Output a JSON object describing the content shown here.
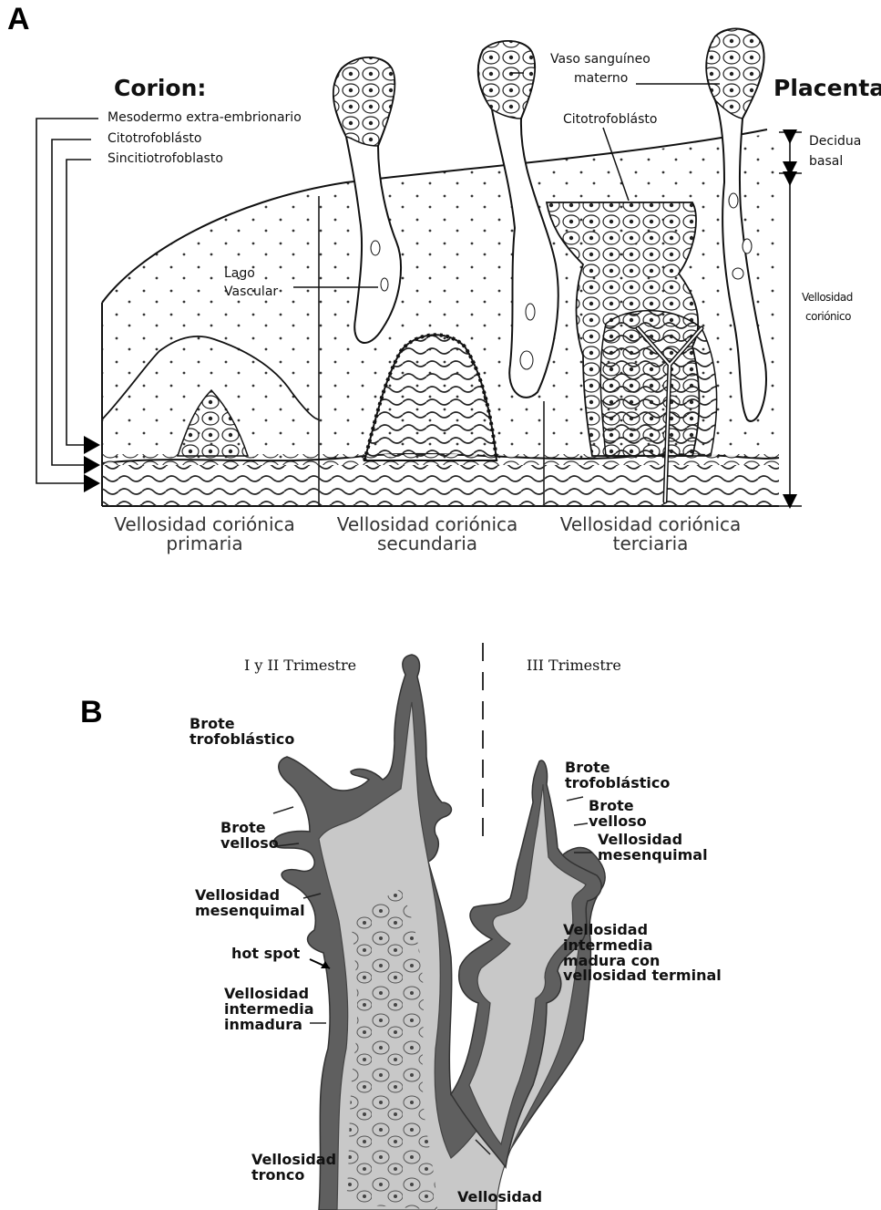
{
  "panels": {
    "a": "A",
    "b": "B"
  },
  "panel_a": {
    "corion": "Corion:",
    "placenta": "Placenta",
    "layers": [
      "Mesodermo extra-embrionario",
      "Citotrofoblásto",
      "Sincitiotrofoblasto"
    ],
    "vaso_line1": "Vaso sanguíneo",
    "vaso_line2": "materno",
    "citotrofoblasto": "Citotrofoblásto",
    "decidua_line1": "Decidua",
    "decidua_line2": "basal",
    "lago_line1": "Lago",
    "lago_line2": "Vascular",
    "vellosidad_line1": "Vellosidad",
    "vellosidad_line2": "coriónico",
    "stages": [
      {
        "line1": "Vellosidad coriónica",
        "line2": "primaria"
      },
      {
        "line1": "Vellosidad coriónica",
        "line2": "secundaria"
      },
      {
        "line1": "Vellosidad coriónica",
        "line2": "terciaria"
      }
    ]
  },
  "panel_b": {
    "header_left": "I y II Trimestre",
    "header_right": "III Trimestre",
    "left_labels": {
      "brote_trofo": [
        "Brote",
        "trofoblástico"
      ],
      "brote_velloso": [
        "Brote",
        "velloso"
      ],
      "vell_mesenq": [
        "Vellosidad",
        "mesenquimal"
      ],
      "hot_spot": "hot spot",
      "vell_inter_inm": [
        "Vellosidad",
        "intermedia",
        "inmadura"
      ],
      "vell_tronco": [
        "Vellosidad",
        "tronco"
      ]
    },
    "right_labels": {
      "brote_trofo": [
        "Brote",
        "trofoblástico"
      ],
      "brote_velloso": [
        "Brote",
        "velloso"
      ],
      "vell_mesenq": [
        "Vellosidad",
        "mesenquimal"
      ],
      "vell_inter_madura": [
        "Vellosidad",
        "intermedia",
        "madura con",
        "vellosidad terminal"
      ],
      "vellosidad_bottom": "Vellosidad"
    }
  }
}
